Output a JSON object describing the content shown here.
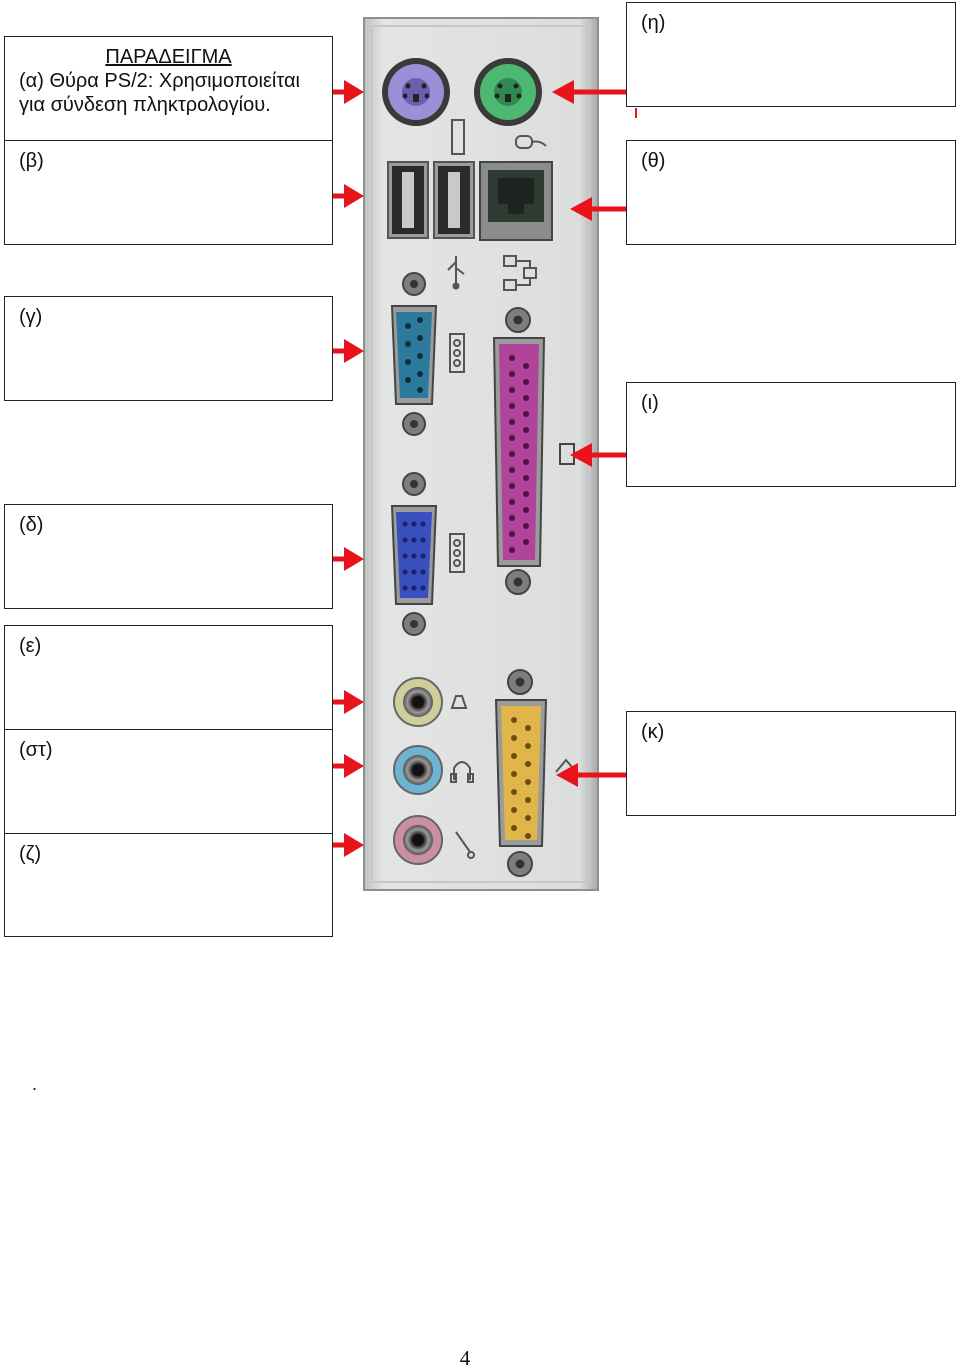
{
  "colors": {
    "arrow": "#e8131b",
    "panel": "#d9dbdb",
    "ps2_keyboard": "#9b8fd8",
    "ps2_mouse": "#4db774",
    "serial": "#2d7a9c",
    "vga": "#3a4fc0",
    "parallel": "#b0449a",
    "gameport": "#e0b64a",
    "audio_line_in": "#cfcf9c",
    "audio_line_out": "#6fb3d3",
    "audio_mic": "#cc8ea6"
  },
  "example": {
    "title": "ΠΑΡΑΔΕΙΓΜΑ",
    "text": "(α) Θύρα PS/2: Χρησιμοποιείται για σύνδεση πληκτρολογίου."
  },
  "labels": {
    "beta": "(β)",
    "gamma": "(γ)",
    "delta": "(δ)",
    "epsilon": "(ε)",
    "st": "(στ)",
    "zeta": "(ζ)",
    "eta": "(η)",
    "theta": "(θ)",
    "iota": "(ι)",
    "kappa": "(κ)"
  },
  "stray_mark": ".",
  "page_number": "4"
}
